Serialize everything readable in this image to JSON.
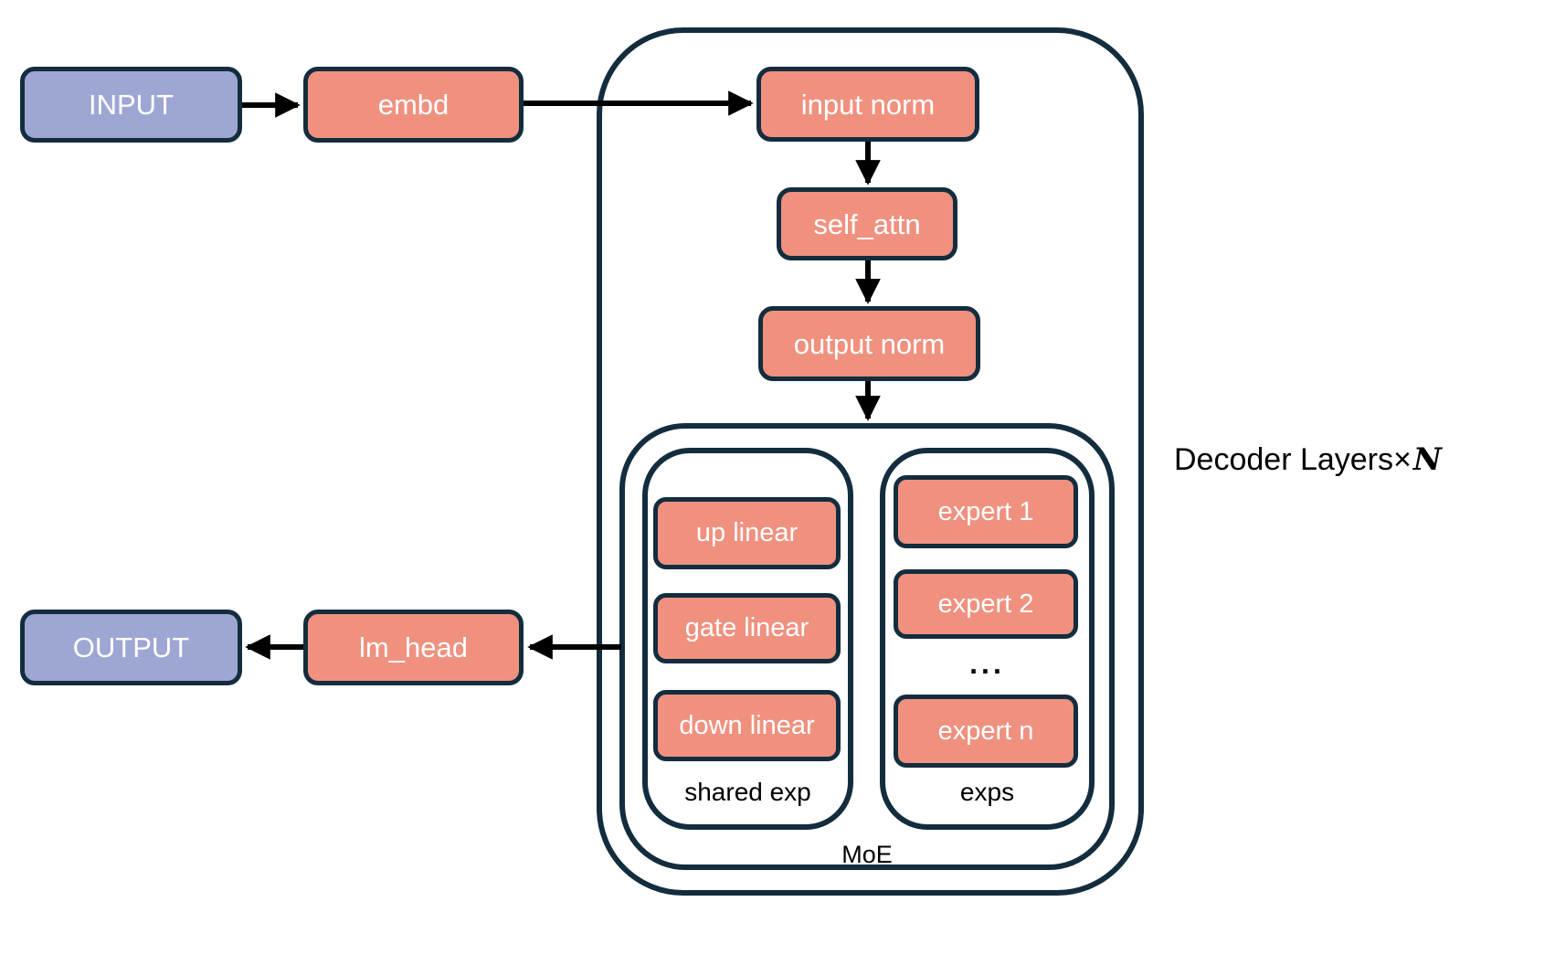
{
  "diagram": {
    "nodes": {
      "input": "INPUT",
      "embd": "embd",
      "input_norm": "input norm",
      "self_attn": "self_attn",
      "output_norm": "output norm",
      "up_linear": "up linear",
      "gate_linear": "gate linear",
      "down_linear": "down linear",
      "expert_1": "expert 1",
      "expert_2": "expert 2",
      "expert_n": "expert n",
      "lm_head": "lm_head",
      "output": "OUTPUT"
    },
    "labels": {
      "shared_exp": "shared exp",
      "exps": "exps",
      "moe": "MoE",
      "decoder_layers": "Decoder Layers",
      "times": "×",
      "n": "N",
      "ellipsis": "..."
    },
    "colors": {
      "io_fill": "#9ea6d4",
      "block_fill": "#f0917f",
      "border": "#132d3e",
      "arrow": "#000000",
      "box_text": "#ffffff",
      "label_text": "#000000"
    }
  }
}
